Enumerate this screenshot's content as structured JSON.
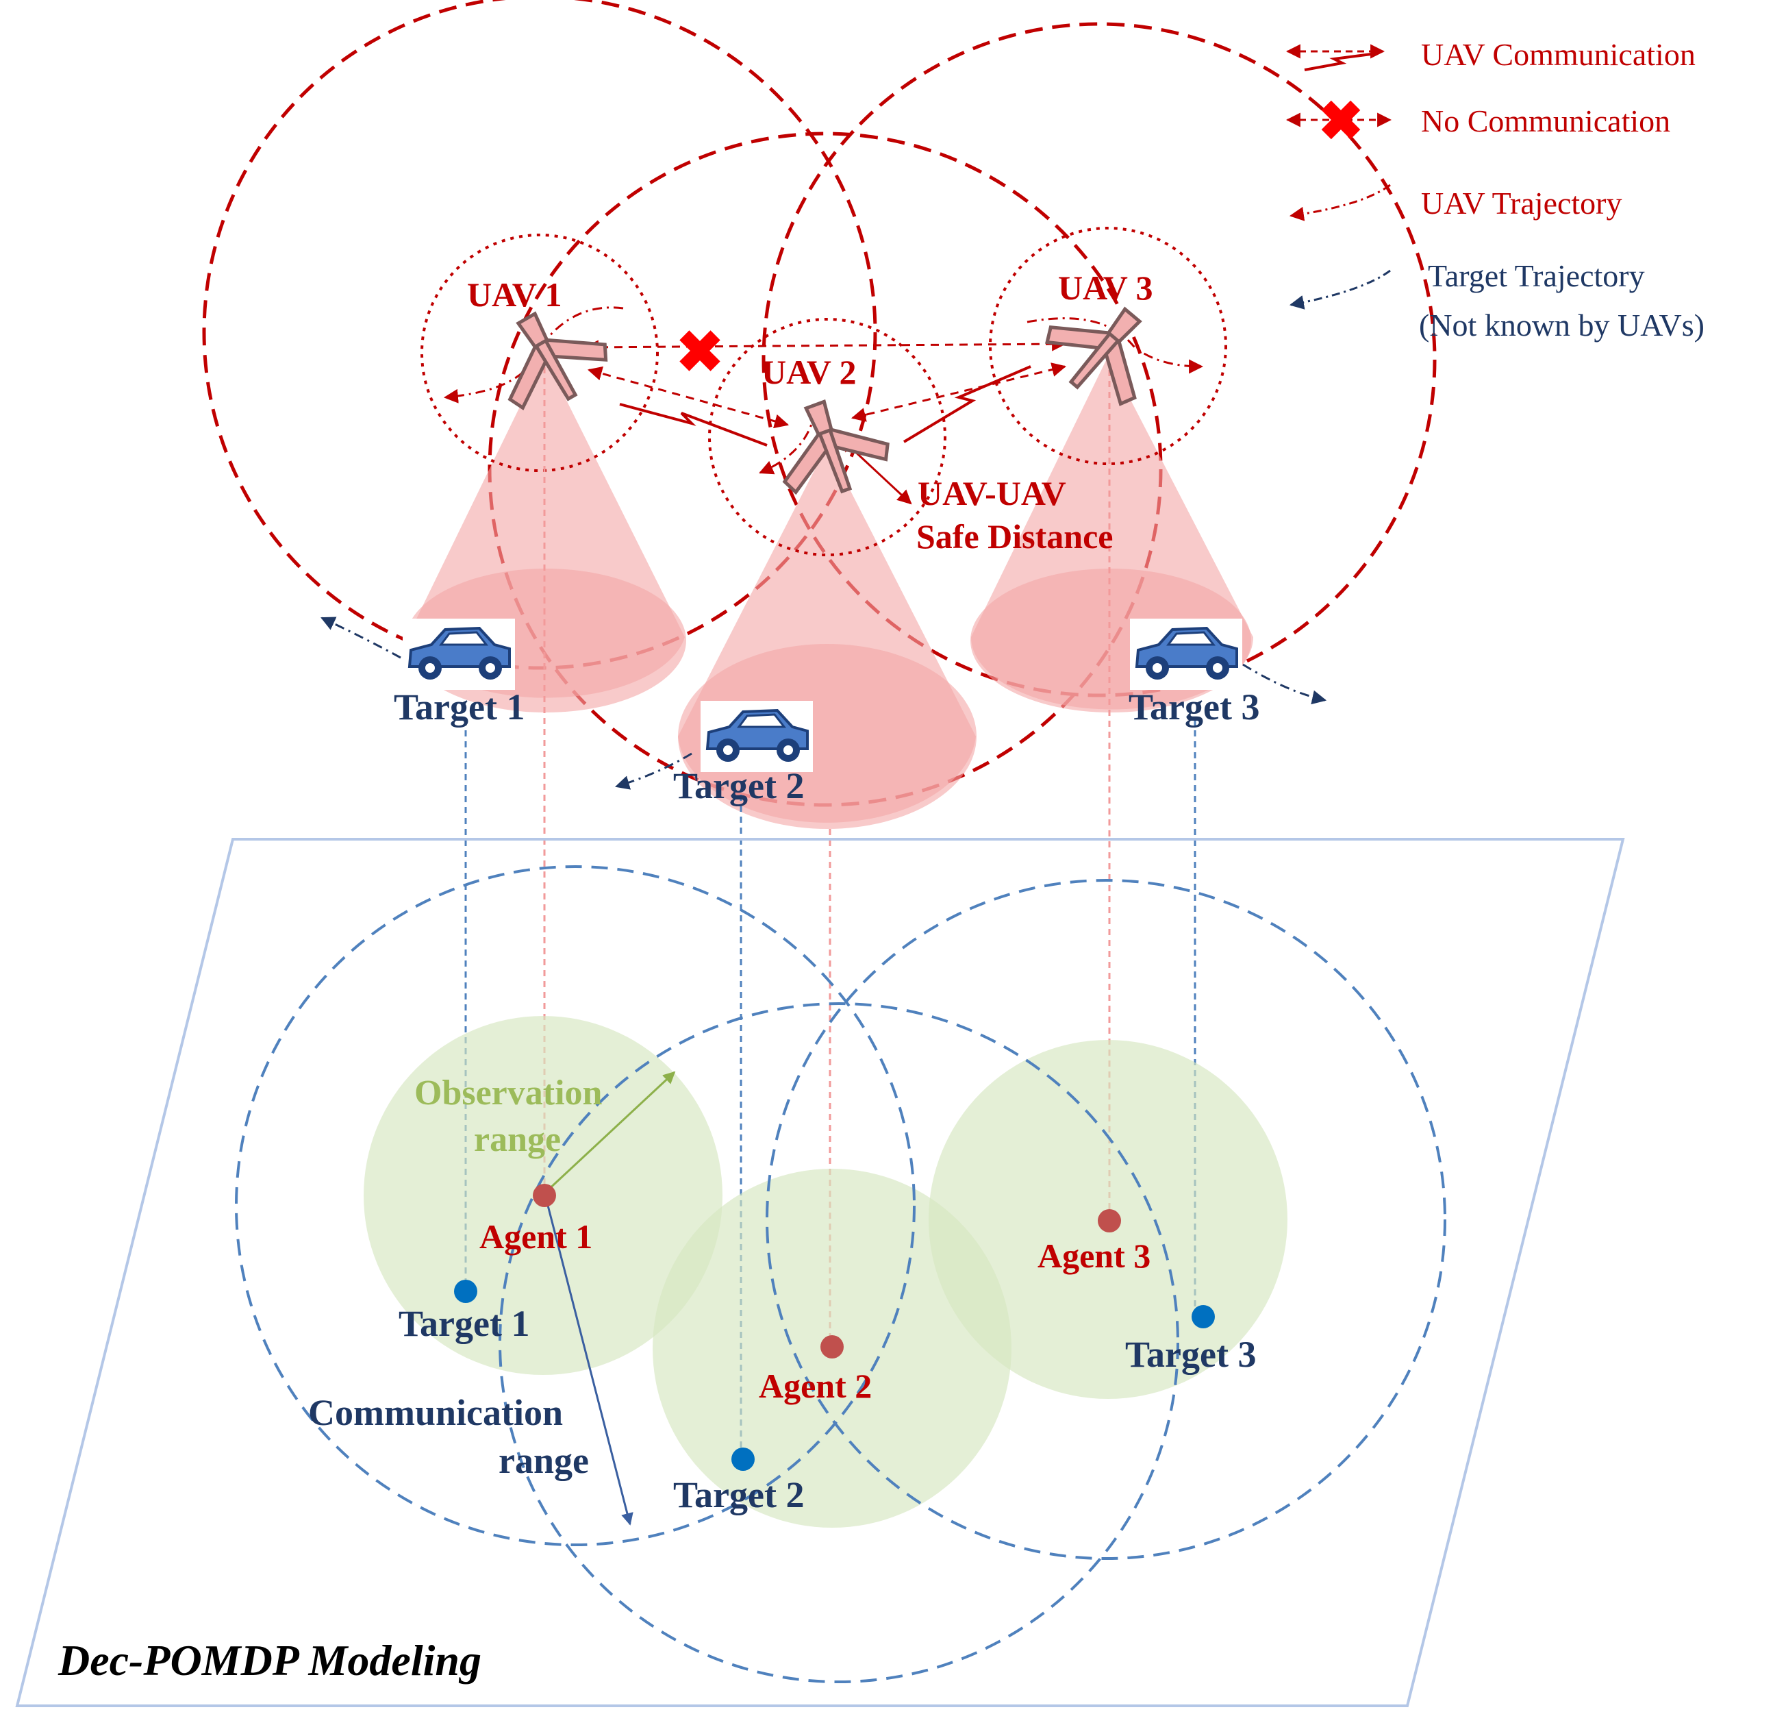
{
  "legend": {
    "uav_communication": "UAV Communication",
    "no_communication": "No Communication",
    "uav_trajectory": "UAV Trajectory",
    "target_trajectory_line1": "Target Trajectory",
    "target_trajectory_line2": "(Not known by UAVs)"
  },
  "uavs": [
    "UAV 1",
    "UAV 2",
    "UAV 3"
  ],
  "safe_distance": {
    "line1": "UAV-UAV",
    "line2": "Safe Distance"
  },
  "targets_top": [
    "Target 1",
    "Target 2",
    "Target 3"
  ],
  "model": {
    "title": "Dec-POMDP Modeling",
    "agents": [
      "Agent 1",
      "Agent 2",
      "Agent 3"
    ],
    "targets": [
      "Target 1",
      "Target 2",
      "Target 3"
    ],
    "observation_range": {
      "line1": "Observation",
      "line2": "range"
    },
    "communication_range": {
      "line1": "Communication",
      "line2": "range"
    }
  },
  "colors": {
    "red": "#c00000",
    "blue": "#4f81bd",
    "navy": "#1f3864",
    "green_fill": "#d6e6c0",
    "cone": "#f4a6a6"
  }
}
